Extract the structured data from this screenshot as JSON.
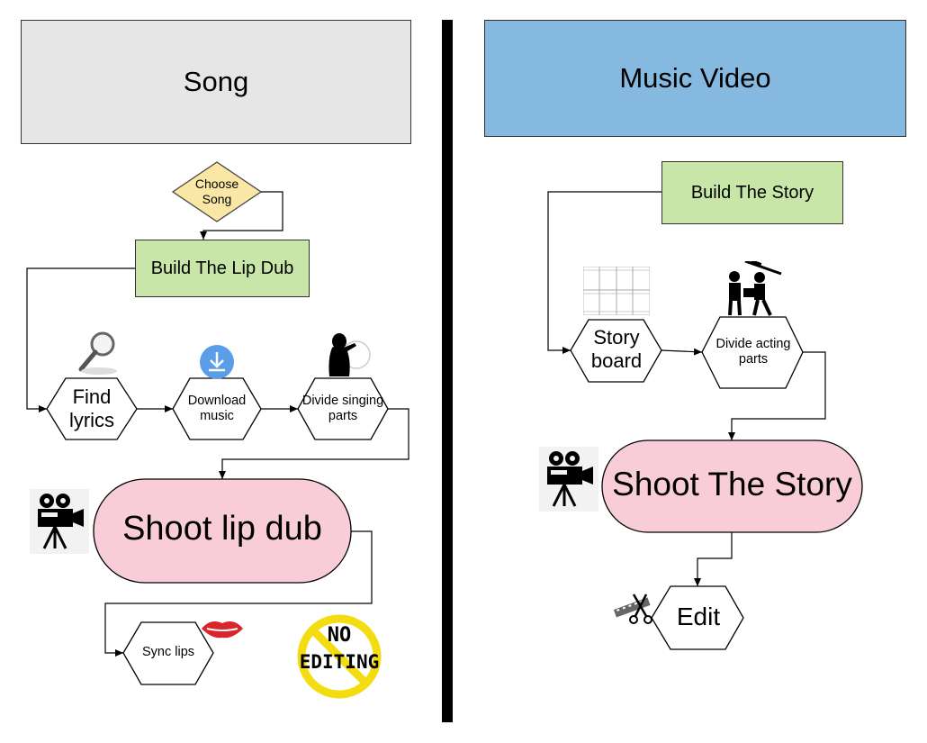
{
  "song": {
    "header": "Song",
    "choose": "Choose Song",
    "build": "Build The Lip Dub",
    "find_lyrics": "Find lyrics",
    "download": "Download music",
    "divide": "Divide singing parts",
    "shoot": "Shoot lip dub",
    "sync": "Sync lips",
    "no_editing_line1": "NO",
    "no_editing_line2": "EDITING"
  },
  "video": {
    "header": "Music Video",
    "build": "Build The Story",
    "storyboard": "Story board",
    "divide": "Divide acting parts",
    "shoot": "Shoot The Story",
    "edit": "Edit"
  },
  "colors": {
    "song_header": "#e6e6e6",
    "video_header": "#86b9e0",
    "build": "#c7e6a8",
    "choose": "#fbe7a5",
    "shoot": "#f9cdd8",
    "divider": "#000000",
    "no_sign": "#f3dd10",
    "download_icon": "#5a9ee8",
    "lips": "#d9252b"
  }
}
